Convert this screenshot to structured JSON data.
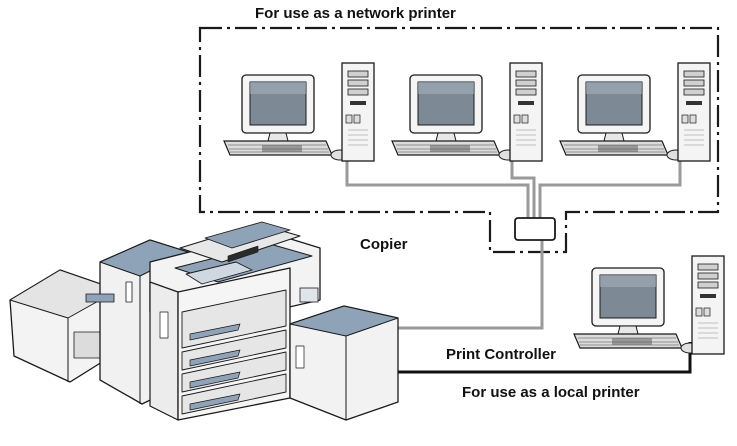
{
  "labels": {
    "network_title": "For use as a network printer",
    "copier": "Copier",
    "print_controller": "Print Controller",
    "local_title": "For use as a local printer"
  },
  "colors": {
    "outline": "#1a1a1a",
    "network_cable": "#9a9a9a",
    "local_cable": "#111111",
    "screen": "#7d8a96",
    "copier_blue": "#8fa3b8",
    "copier_body": "#f2f2f2"
  },
  "devices": {
    "network_computers": 3,
    "local_computers": 1
  }
}
